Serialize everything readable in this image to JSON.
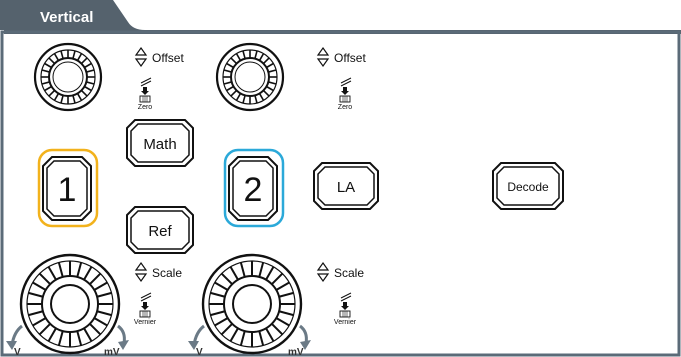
{
  "panel": {
    "title": "Vertical",
    "colors": {
      "ch1": "#f2b21c",
      "ch2": "#2ba9d9",
      "frame": "#5b6b78",
      "tab": "#55626d"
    }
  },
  "knobs": {
    "ch1_offset_label": "Offset",
    "ch2_offset_label": "Offset",
    "ch1_scale_label": "Scale",
    "ch2_scale_label": "Scale",
    "push_zero": "Zero",
    "push_vernier": "Vernier",
    "unit_v": "V",
    "unit_mv": "mV"
  },
  "buttons": {
    "ch1": "1",
    "ch2": "2",
    "math": "Math",
    "ref": "Ref",
    "la": "LA",
    "decode": "Decode"
  }
}
